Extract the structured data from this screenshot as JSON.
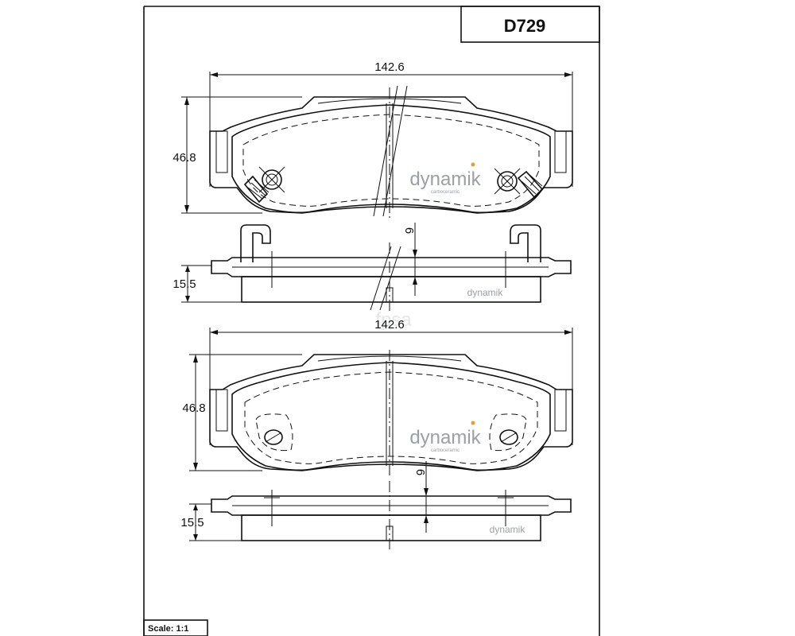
{
  "part_code": "D729",
  "scale_label": "Scale: 1:1",
  "top_view": {
    "width_dim": "142.6",
    "height_dim": "46.8",
    "thickness_dim": "15.5",
    "wear_dim": "6"
  },
  "bottom_view": {
    "width_dim": "142.6",
    "height_dim": "46.8",
    "thickness_dim": "15.5",
    "wear_dim": "6"
  },
  "watermark": {
    "brand": "dynamik",
    "sub": "carboceramic",
    "brand_small": "dynamik",
    "faint": "fpsa"
  },
  "colors": {
    "line": "#111111",
    "watermark": "#9aa0a6",
    "accent_dot": "#e0a040"
  }
}
